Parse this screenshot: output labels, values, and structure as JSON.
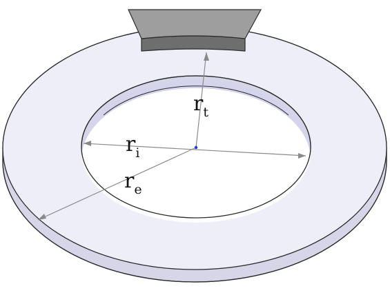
{
  "labels": {
    "r_t": {
      "base": "r",
      "sub": "t"
    },
    "r_i": {
      "base": "r",
      "sub": "i"
    },
    "r_e": {
      "base": "r",
      "sub": "e"
    }
  },
  "colors": {
    "ring_top": "#eeeef8",
    "ring_side": "#d6d6e8",
    "inner_wall": "#d4d4ec",
    "block_top": "#9e9e9e",
    "block_front": "#6e6e6e",
    "outline": "#2a2a2a",
    "dimension_line": "#8a8a8a",
    "center_dot": "#1f3bd6"
  }
}
